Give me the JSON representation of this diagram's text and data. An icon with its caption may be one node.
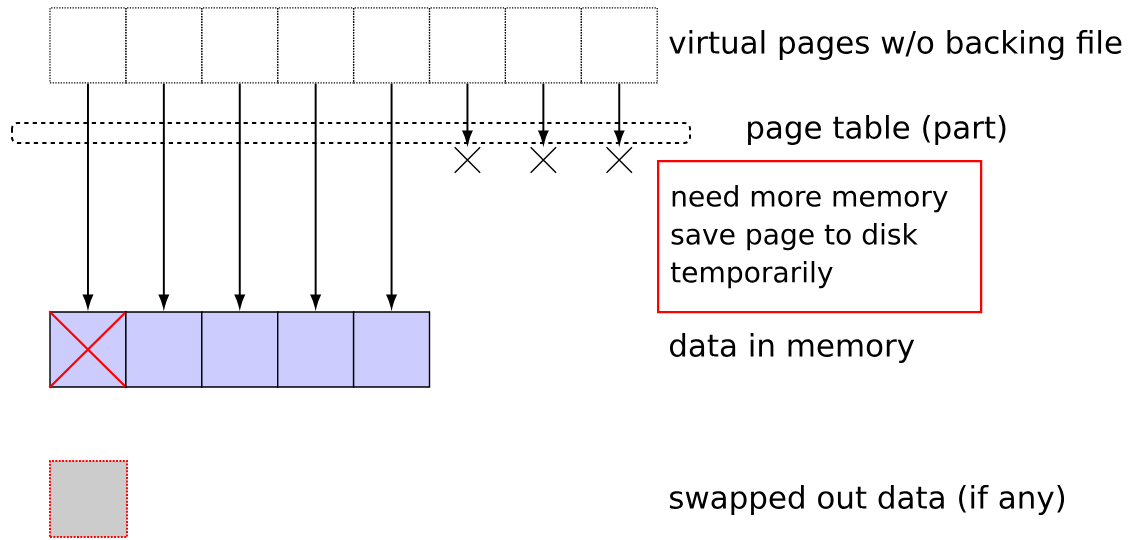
{
  "diagram": {
    "nodes": [
      {
        "text": [],
        "shape": "box"
      },
      {
        "text": [],
        "shape": "box"
      },
      {
        "text": [],
        "shape": "box"
      },
      {
        "text": [],
        "shape": "box"
      },
      {
        "text": [],
        "shape": "box"
      },
      {
        "text": [],
        "shape": "box"
      },
      {
        "text": [],
        "shape": "box"
      },
      {
        "text": [],
        "shape": "box"
      },
      {
        "text": [],
        "shape": "box"
      },
      {
        "text": [],
        "shape": "box"
      },
      {
        "text": [],
        "shape": "box"
      },
      {
        "text": [],
        "shape": "box"
      },
      {
        "text": [],
        "shape": "box"
      },
      {
        "text": [
          "need more memory save page to disk temporarily"
        ]
      },
      {
        "text": [],
        "shape": "box"
      },
      {
        "text": [],
        "shape": "cross"
      },
      {
        "text": [],
        "shape": "cross"
      },
      {
        "text": [],
        "shape": "cross"
      }
    ],
    "edges": [
      {
        "from": 0,
        "to": 8,
        "arrow": "to"
      },
      {
        "from": 1,
        "to": 9,
        "arrow": "to"
      },
      {
        "from": 2,
        "to": 10,
        "arrow": "to"
      },
      {
        "from": 3,
        "to": 11,
        "arrow": "to"
      },
      {
        "from": 4,
        "to": 12,
        "arrow": "to"
      },
      {
        "from": 5,
        "to": 15,
        "arrow": "to"
      },
      {
        "from": 6,
        "to": 16,
        "arrow": "to"
      },
      {
        "from": 7,
        "to": 17,
        "arrow": "to"
      }
    ],
    "labels": [
      "virtual pages w/o backing file",
      "page table (part)",
      "data in memory",
      "swapped out data (if any)"
    ]
  }
}
